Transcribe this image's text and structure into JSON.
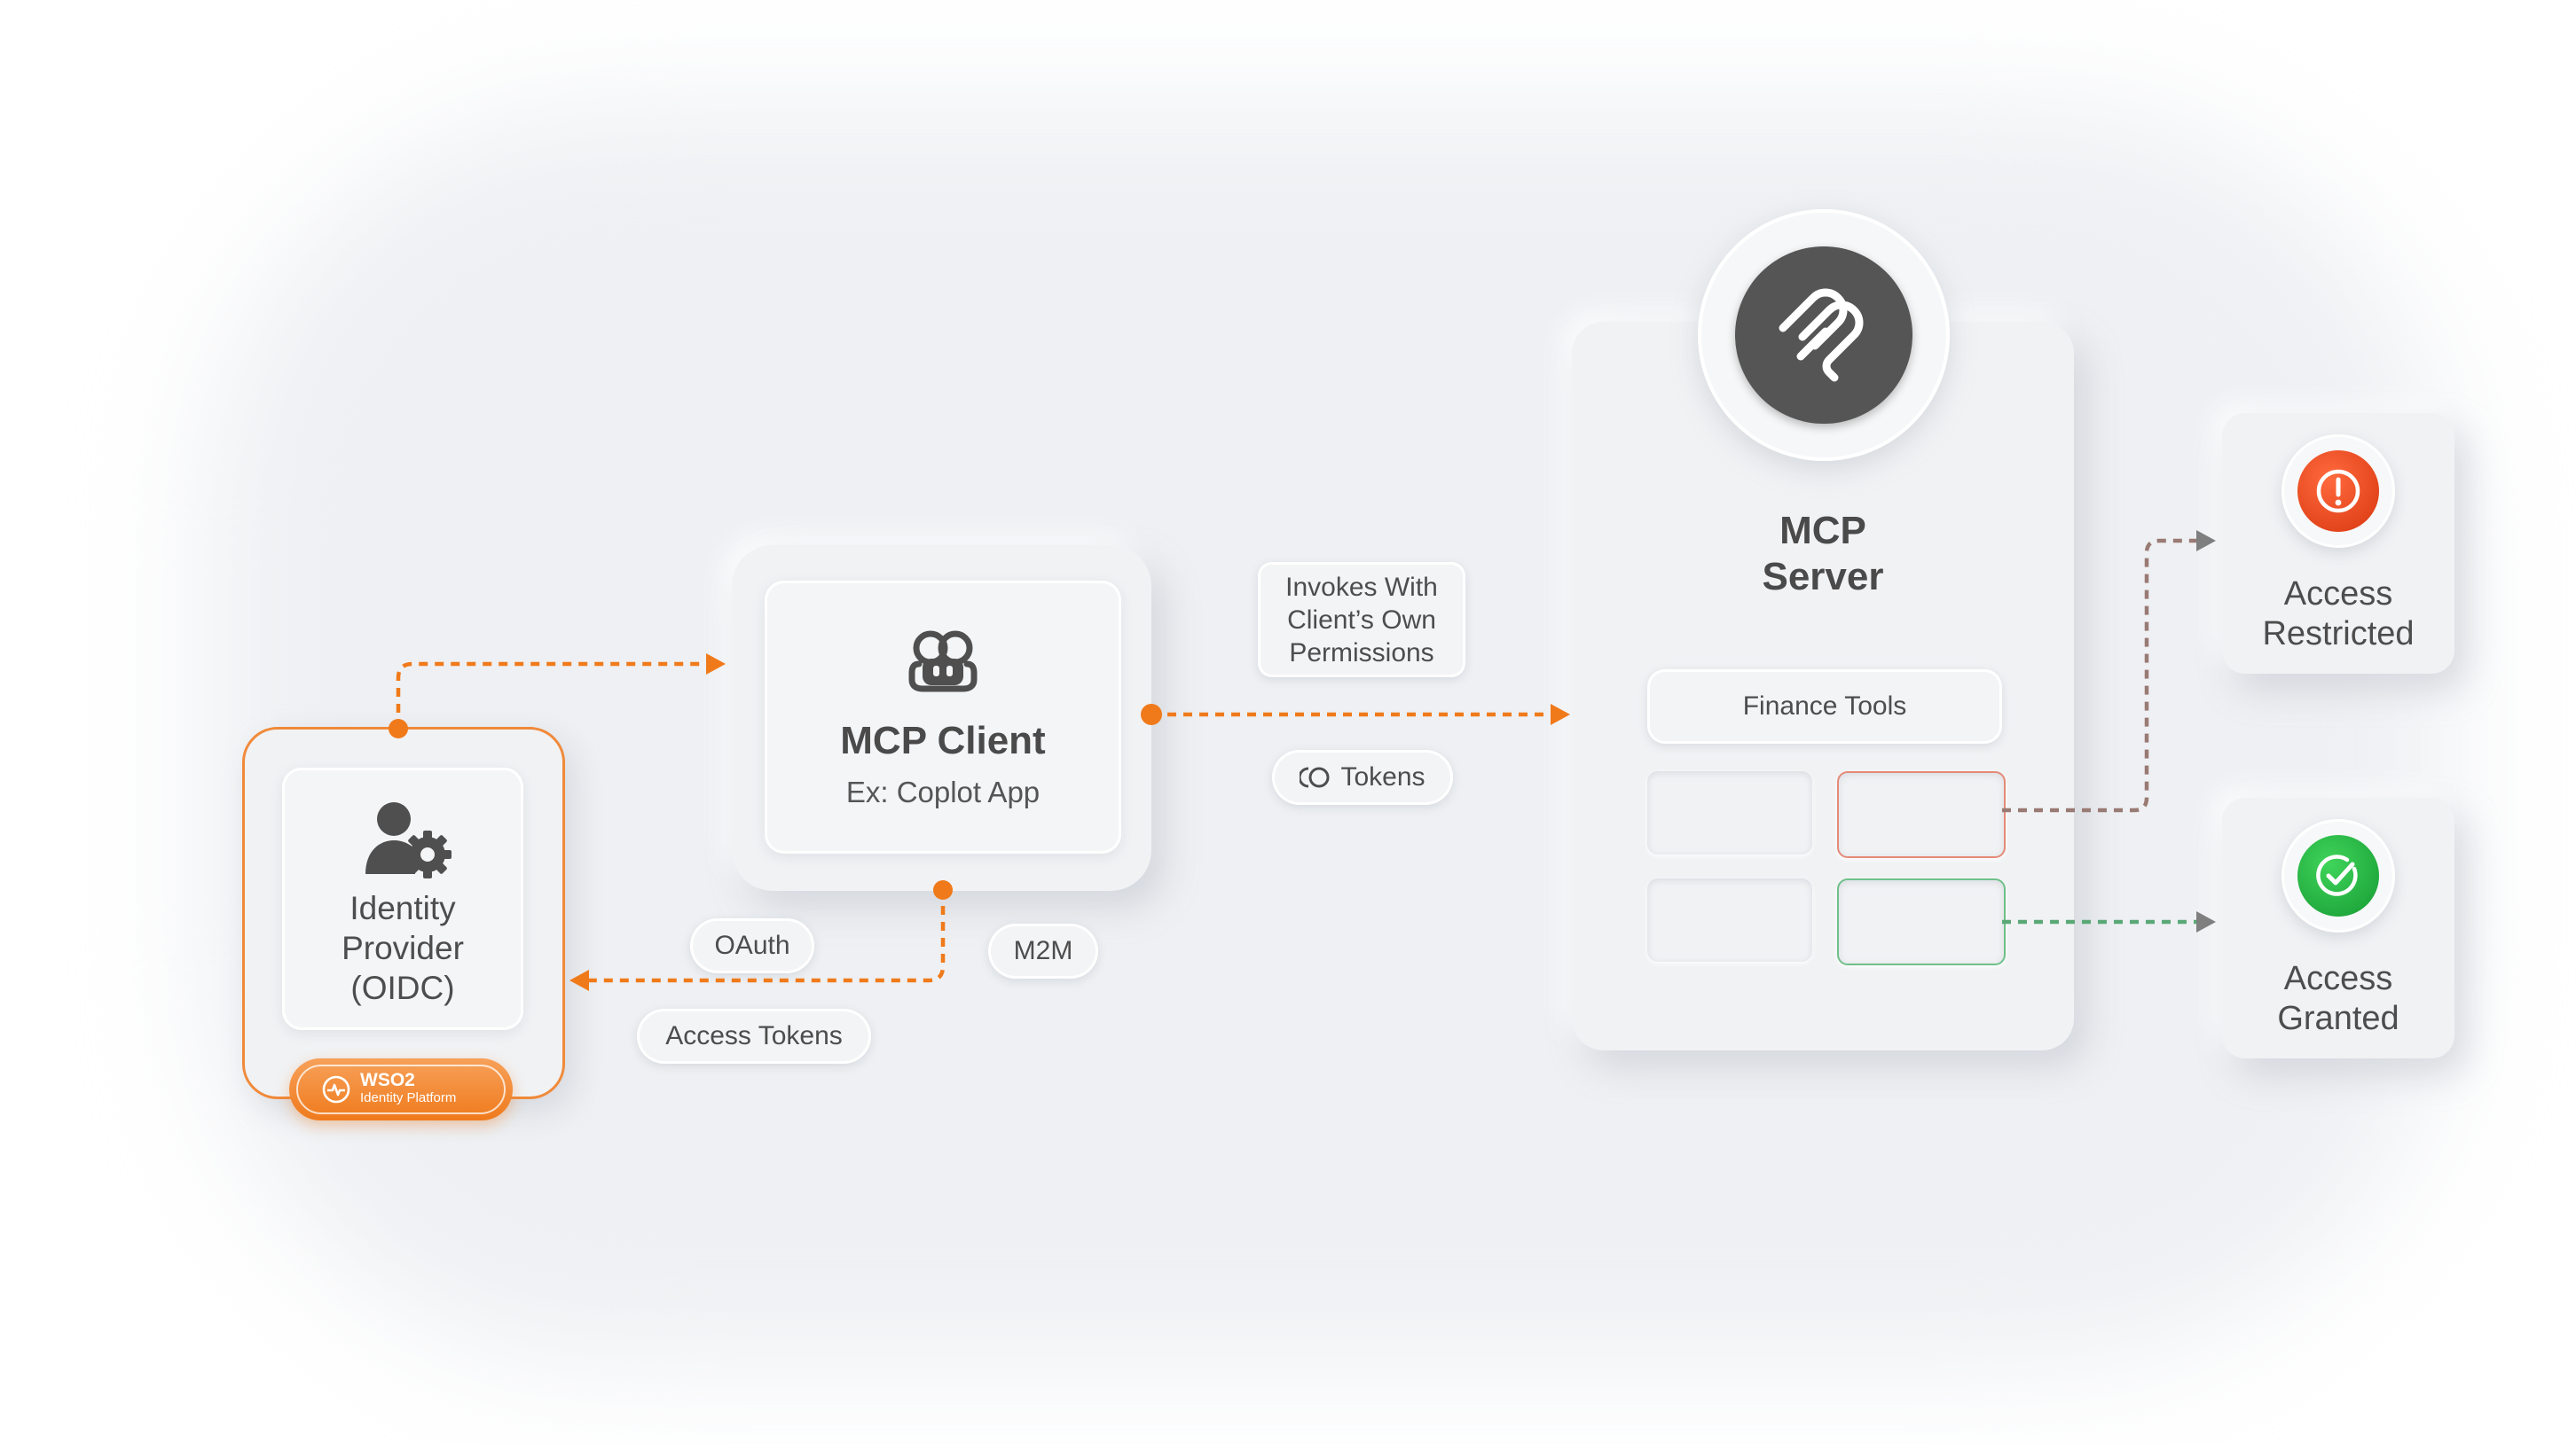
{
  "identity_provider": {
    "label_line1": "Identity",
    "label_line2": "Provider",
    "label_line3": "(OIDC)",
    "badge_brand": "WSO2",
    "badge_product": "Identity Platform"
  },
  "mcp_client": {
    "title": "MCP Client",
    "subtitle": "Ex: Coplot App"
  },
  "mcp_server": {
    "title_line1": "MCP",
    "title_line2": "Server",
    "tools_label": "Finance Tools"
  },
  "labels": {
    "invokes_line1": "Invokes With",
    "invokes_line2": "Client’s Own",
    "invokes_line3": "Permissions",
    "tokens": "Tokens",
    "oauth": "OAuth",
    "m2m": "M2M",
    "access_tokens": "Access Tokens"
  },
  "outcomes": {
    "restricted_line1": "Access",
    "restricted_line2": "Restricted",
    "granted_line1": "Access",
    "granted_line2": "Granted"
  },
  "colors": {
    "accent_orange": "#f07a1a",
    "restricted_red": "#e0411a",
    "granted_green": "#1ea43a",
    "flow_gray": "#8a8a8a",
    "server_logo_dark": "#555555"
  },
  "icons": {
    "identity": "user-gear-icon",
    "client": "copilot-icon",
    "server": "mcp-logo-icon",
    "restricted": "alert-icon",
    "granted": "check-icon",
    "tokens": "token-icon"
  }
}
